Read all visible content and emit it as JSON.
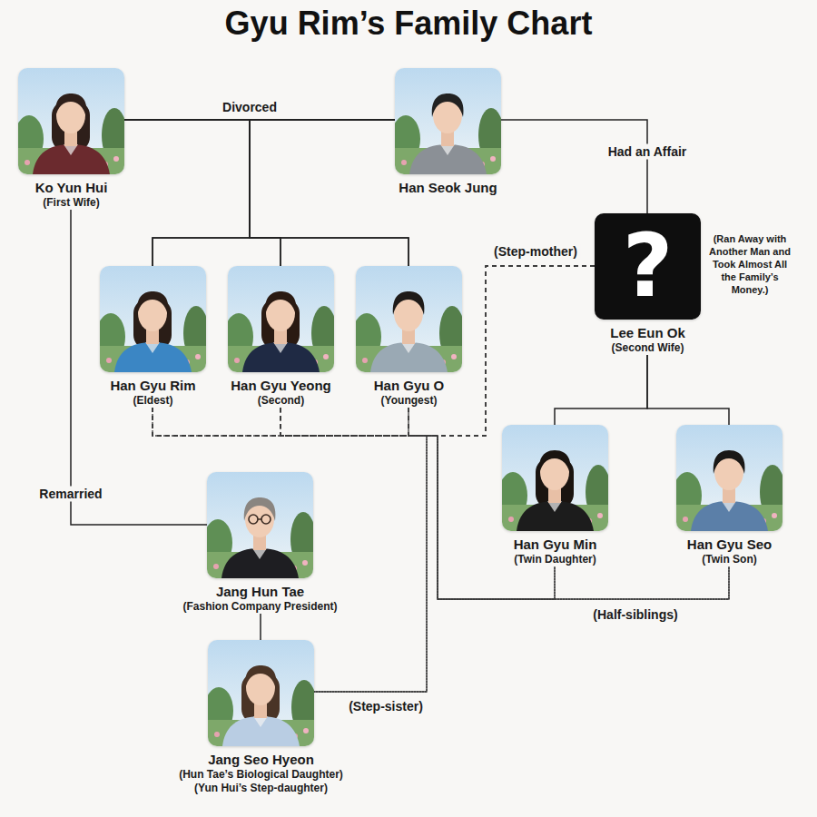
{
  "diagram": {
    "title": "Gyu Rim’s Family Chart",
    "nodes": [
      {
        "text": [
          "Ko Yun Hui",
          "(First Wife)"
        ]
      },
      {
        "text": [
          "Han Seok Jung"
        ]
      },
      {
        "text": [
          "?",
          "Lee Eun Ok",
          "(Second Wife)"
        ]
      },
      {
        "text": [
          "Han Gyu Rim",
          "(Eldest)"
        ]
      },
      {
        "text": [
          "Han Gyu Yeong",
          "(Second)"
        ]
      },
      {
        "text": [
          "Han Gyu O",
          "(Youngest)"
        ]
      },
      {
        "text": [
          "Han Gyu Min",
          "(Twin Daughter)"
        ]
      },
      {
        "text": [
          "Han Gyu Seo",
          "(Twin Son)"
        ]
      },
      {
        "text": [
          "Jang Hun Tae",
          "(Fashion Company President)"
        ]
      },
      {
        "text": [
          "Jang Seo Hyeon",
          "(Hun Tae’s Biological Daughter)",
          "(Yun Hui’s Step-daughter)"
        ]
      }
    ],
    "edges": [
      {
        "from": 0,
        "to": 1,
        "label": "Divorced",
        "arrow": "none"
      },
      {
        "from": 0,
        "to": 3,
        "arrow": "none"
      },
      {
        "from": 0,
        "to": 4,
        "arrow": "none"
      },
      {
        "from": 0,
        "to": 5,
        "arrow": "none"
      },
      {
        "from": 1,
        "to": 3,
        "arrow": "none"
      },
      {
        "from": 1,
        "to": 4,
        "arrow": "none"
      },
      {
        "from": 1,
        "to": 5,
        "arrow": "none"
      },
      {
        "from": 1,
        "to": 2,
        "label": "Had an Affair",
        "arrow": "none"
      },
      {
        "from": 2,
        "to": 6,
        "arrow": "none"
      },
      {
        "from": 2,
        "to": 7,
        "arrow": "none"
      },
      {
        "from": 0,
        "to": 8,
        "label": "Remarried",
        "arrow": "none"
      },
      {
        "from": 8,
        "to": 9,
        "arrow": "none"
      },
      {
        "from": 2,
        "to": 3,
        "label": "(Step-mother)",
        "arrow": "none"
      },
      {
        "from": 2,
        "to": 4,
        "arrow": "none"
      },
      {
        "from": 2,
        "to": 5,
        "arrow": "none"
      },
      {
        "from": 3,
        "to": 6,
        "label": "(Half-siblings)",
        "arrow": "none"
      },
      {
        "from": 3,
        "to": 7,
        "arrow": "none"
      },
      {
        "from": 4,
        "to": 6,
        "arrow": "none"
      },
      {
        "from": 4,
        "to": 7,
        "arrow": "none"
      },
      {
        "from": 5,
        "to": 6,
        "arrow": "none"
      },
      {
        "from": 5,
        "to": 7,
        "arrow": "none"
      },
      {
        "from": 3,
        "to": 9,
        "label": "(Step-sister)",
        "arrow": "none"
      },
      {
        "from": 4,
        "to": 9,
        "arrow": "none"
      },
      {
        "from": 5,
        "to": 9,
        "arrow": "none"
      }
    ],
    "labels": [
      "(Ran Away with Another Man and Took Almost All the Family’s Money.)"
    ]
  }
}
